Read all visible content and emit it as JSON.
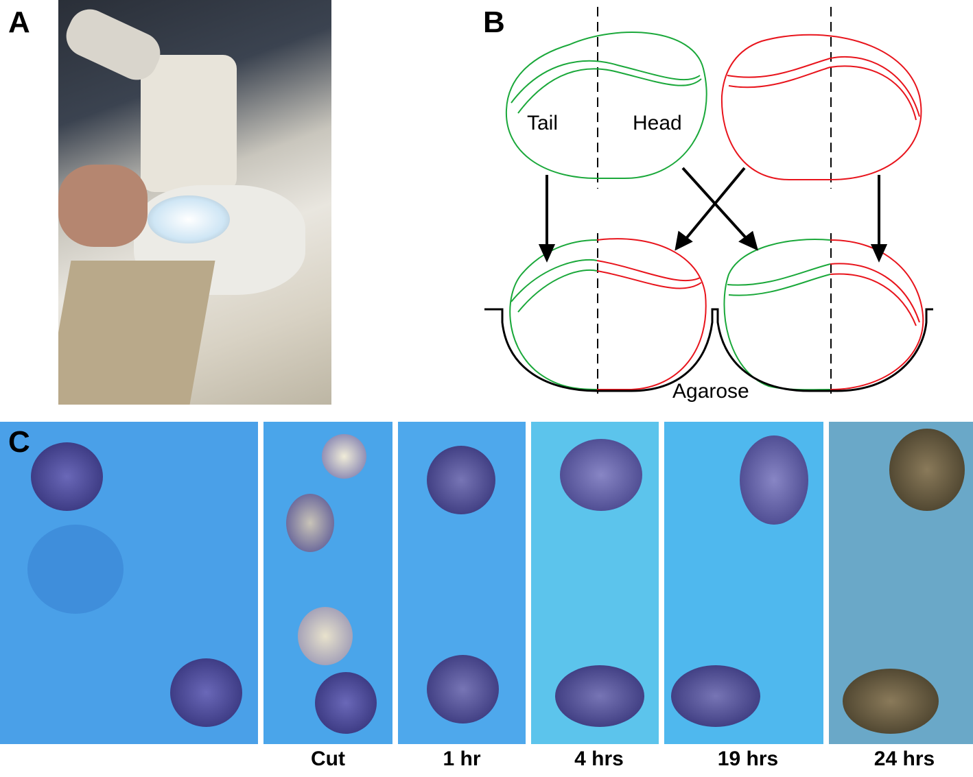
{
  "panels": {
    "a": "A",
    "b": "B",
    "c": "C"
  },
  "diagram": {
    "tail": "Tail",
    "head": "Head",
    "agarose": "Agarose",
    "colors": {
      "green": "#1aa83a",
      "red": "#e8141c"
    }
  },
  "timepoints": [
    "Cut",
    "1 hr",
    "4 hrs",
    "19 hrs",
    "24 hrs"
  ]
}
